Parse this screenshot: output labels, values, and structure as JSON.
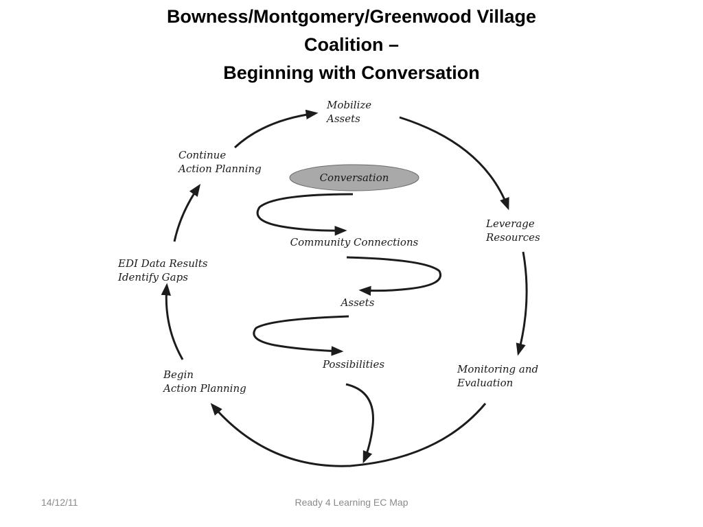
{
  "title": {
    "line1": "Bowness/Montgomery/Greenwood Village",
    "line2": "Coalition –",
    "line3": "Beginning with Conversation"
  },
  "outer_cycle": {
    "mobilize": [
      "Mobilize",
      "Assets"
    ],
    "leverage": [
      "Leverage",
      "Resources"
    ],
    "monitoring": [
      "Monitoring and",
      "Evaluation"
    ],
    "begin": [
      "Begin",
      "Action Planning"
    ],
    "edi": [
      "EDI Data Results",
      "Identify Gaps"
    ],
    "continue": [
      "Continue",
      "Action Planning"
    ]
  },
  "inner_spiral": {
    "conversation": "Conversation",
    "community": "Community Connections",
    "assets": "Assets",
    "possibilities": "Possibilities"
  },
  "colors": {
    "arrow": "#1c1c1c",
    "oval_fill": "#a9a9a9",
    "footer_text": "#8a8a8a"
  },
  "footer": {
    "date": "14/12/11",
    "center": "Ready 4 Learning EC Map"
  }
}
